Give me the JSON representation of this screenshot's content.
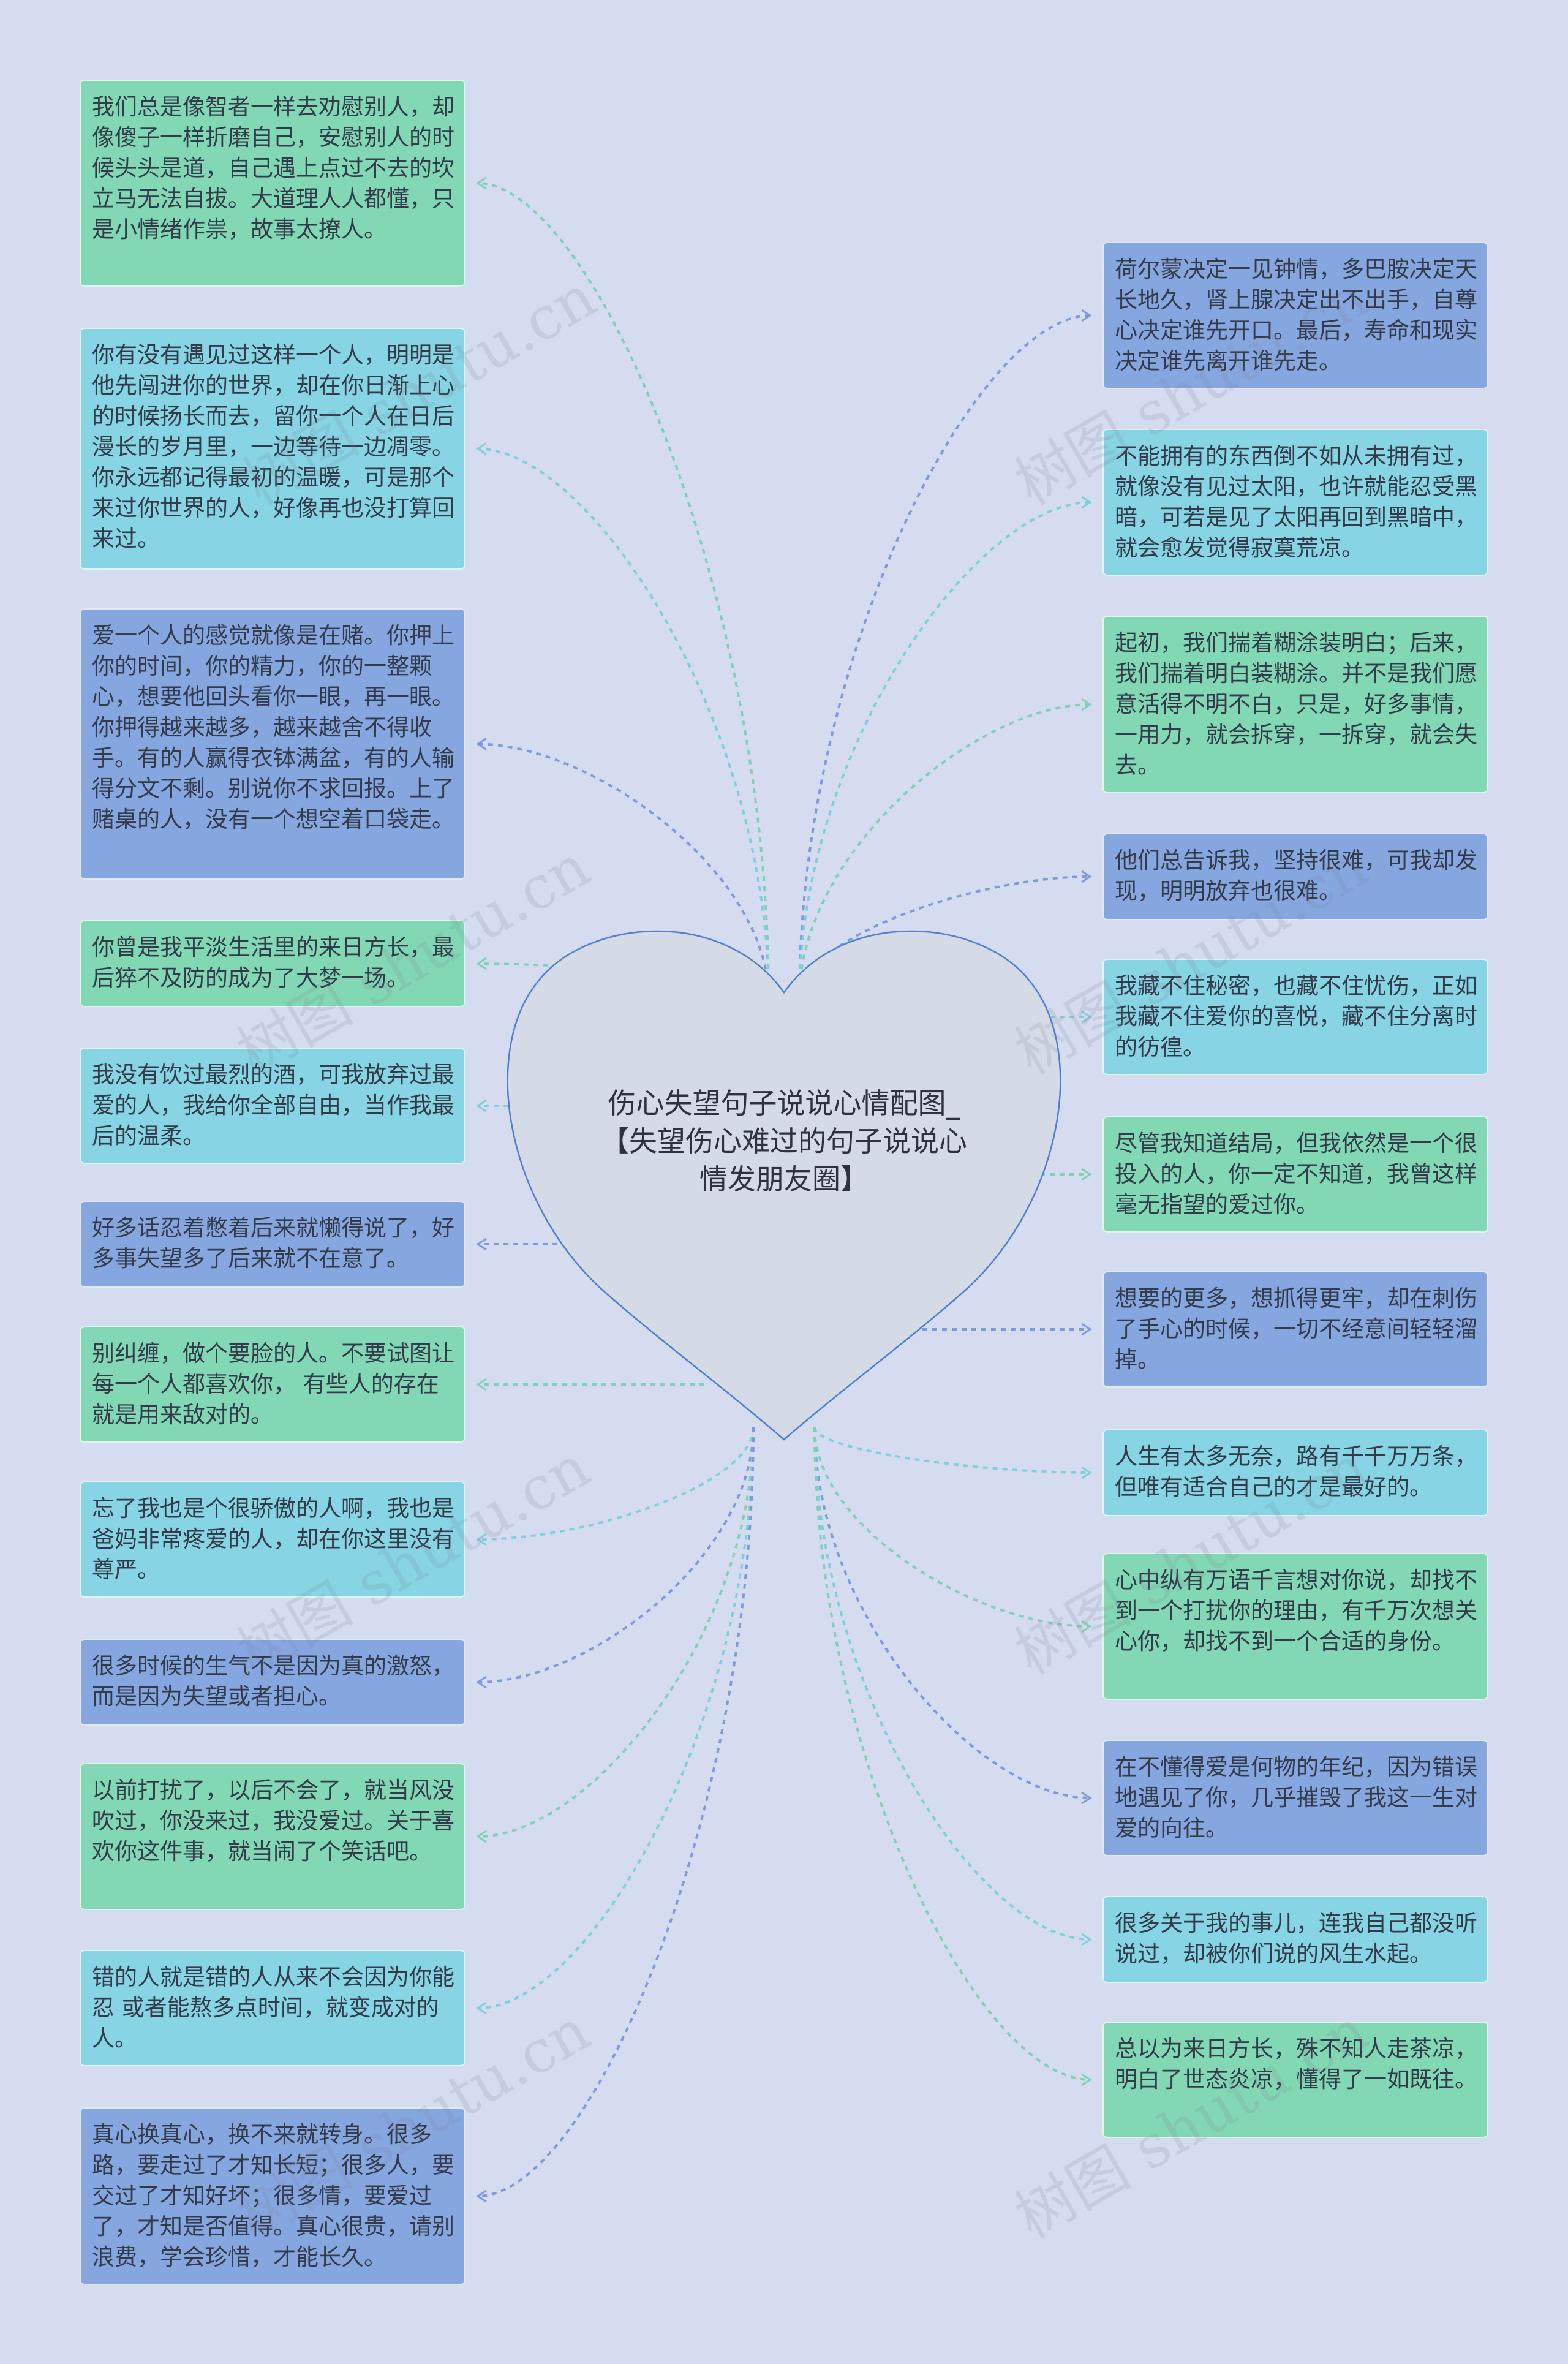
{
  "center": {
    "title": "伤心失望句子说说心情配图_【失望伤心难过的句子说说心情发朋友圈】"
  },
  "colors": {
    "background": "#d6dcef",
    "green": "#82d8b4",
    "cyan": "#86d4e4",
    "blue": "#86a6e0",
    "heart_fill": "#d5dbe6",
    "heart_stroke": "#4d7fcf"
  },
  "left_nodes": [
    {
      "text": "我们总是像智者一样去劝慰别人，却像傻子一样折磨自己，安慰别人的时候头头是道，自己遇上点过不去的坎立马无法自拔。大道理人人都懂，只是小情绪作祟，故事太撩人。",
      "color": "green"
    },
    {
      "text": "你有没有遇见过这样一个人，明明是他先闯进你的世界，却在你日渐上心的时候扬长而去，留你一个人在日后漫长的岁月里，一边等待一边凋零。你永远都记得最初的温暖，可是那个来过你世界的人，好像再也没打算回来过。",
      "color": "cyan"
    },
    {
      "text": "爱一个人的感觉就像是在赌。你押上你的时间，你的精力，你的一整颗心，想要他回头看你一眼，再一眼。你押得越来越多，越来越舍不得收手。有的人赢得衣钵满盆，有的人输得分文不剩。别说你不求回报。上了赌桌的人，没有一个想空着口袋走。",
      "color": "blue"
    },
    {
      "text": "你曾是我平淡生活里的来日方长，最后猝不及防的成为了大梦一场。",
      "color": "green"
    },
    {
      "text": "我没有饮过最烈的酒，可我放弃过最爱的人，我给你全部自由，当作我最后的温柔。",
      "color": "cyan"
    },
    {
      "text": "好多话忍着憋着后来就懒得说了，好多事失望多了后来就不在意了。",
      "color": "blue"
    },
    {
      "text": "别纠缠，做个要脸的人。不要试图让每一个人都喜欢你， 有些人的存在就是用来敌对的。",
      "color": "green"
    },
    {
      "text": "忘了我也是个很骄傲的人啊，我也是爸妈非常疼爱的人，却在你这里没有尊严。",
      "color": "cyan"
    },
    {
      "text": "很多时候的生气不是因为真的激怒，而是因为失望或者担心。",
      "color": "blue"
    },
    {
      "text": "以前打扰了，以后不会了，就当风没吹过，你没来过，我没爱过。关于喜欢你这件事，就当闹了个笑话吧。",
      "color": "green"
    },
    {
      "text": "错的人就是错的人从来不会因为你能忍 或者能熬多点时间，就变成对的人。",
      "color": "cyan"
    },
    {
      "text": "真心换真心，换不来就转身。很多路，要走过了才知长短；很多人，要交过了才知好坏；很多情，要爱过了，才知是否值得。真心很贵，请别浪费，学会珍惜，才能长久。",
      "color": "blue"
    }
  ],
  "right_nodes": [
    {
      "text": "荷尔蒙决定一见钟情，多巴胺决定天长地久，肾上腺决定出不出手，自尊心决定谁先开口。最后，寿命和现实决定谁先离开谁先走。",
      "color": "blue"
    },
    {
      "text": "不能拥有的东西倒不如从未拥有过，就像没有见过太阳，也许就能忍受黑暗，可若是见了太阳再回到黑暗中，就会愈发觉得寂寞荒凉。",
      "color": "cyan"
    },
    {
      "text": "起初，我们揣着糊涂装明白；后来，我们揣着明白装糊涂。并不是我们愿意活得不明不白，只是，好多事情，一用力，就会拆穿，一拆穿，就会失去。",
      "color": "green"
    },
    {
      "text": "他们总告诉我，坚持很难，可我却发现，明明放弃也很难。",
      "color": "blue"
    },
    {
      "text": "我藏不住秘密，也藏不住忧伤，正如我藏不住爱你的喜悦，藏不住分离时的彷徨。",
      "color": "cyan"
    },
    {
      "text": "尽管我知道结局，但我依然是一个很投入的人，你一定不知道，我曾这样毫无指望的爱过你。",
      "color": "green"
    },
    {
      "text": "想要的更多，想抓得更牢，却在刺伤了手心的时候，一切不经意间轻轻溜掉。",
      "color": "blue"
    },
    {
      "text": "人生有太多无奈，路有千千万万条，但唯有适合自己的才是最好的。",
      "color": "cyan"
    },
    {
      "text": "心中纵有万语千言想对你说，却找不到一个打扰你的理由，有千万次想关心你，却找不到一个合适的身份。",
      "color": "green"
    },
    {
      "text": "在不懂得爱是何物的年纪，因为错误地遇见了你，几乎摧毁了我这一生对爱的向往。",
      "color": "blue"
    },
    {
      "text": "很多关于我的事儿，连我自己都没听说过，却被你们说的风生水起。",
      "color": "cyan"
    },
    {
      "text": "总以为来日方长，殊不知人走茶凉，明白了世态炎凉，懂得了一如既往。",
      "color": "green"
    }
  ],
  "watermark": "树图 shutu.cn"
}
